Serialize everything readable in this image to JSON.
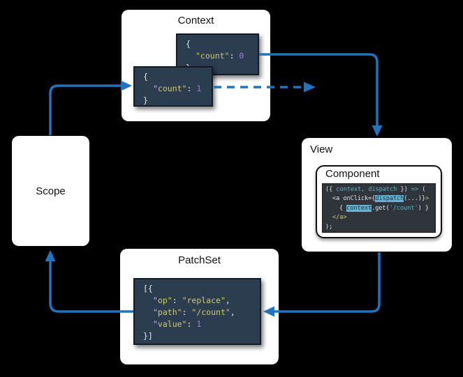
{
  "colors": {
    "arrow": "#2273bd",
    "navy_code_bg": "#2c3d4f",
    "component_code_bg": "#30353c",
    "yellow": "#d0c96e",
    "purple": "#9b7fd4",
    "cyan": "#5fb4c9",
    "highlight_bg": "#67b2d3"
  },
  "context": {
    "title": "Context",
    "state_old": {
      "open": "{",
      "key": "\"count\"",
      "sep": ": ",
      "value": "0",
      "close": "}"
    },
    "state_new": {
      "open": "{",
      "key": "\"count\"",
      "sep": ": ",
      "value": "1",
      "close": "}"
    }
  },
  "scope": {
    "title": "Scope"
  },
  "view": {
    "title": "View",
    "component": {
      "title": "Component",
      "code": {
        "l1_a": "({ ",
        "l1_params": "context, dispatch",
        "l1_b": " }) ",
        "l1_arrow": "=>",
        "l1_c": " (",
        "l2_a": "<a onClick={",
        "l2_hl": "dispatch",
        "l2_b": "(...)}",
        "l2_c": ">",
        "l3_a": "{ ",
        "l3_hl": "context",
        "l3_b": ".get(",
        "l3_str": "'/count'",
        "l3_c": ") }",
        "l4": "</a>",
        "l5": ");"
      }
    }
  },
  "patchset": {
    "title": "PatchSet",
    "code": {
      "open": "[{",
      "op_key": "\"op\"",
      "op_sep": ": ",
      "op_val": "\"replace\"",
      "op_comma": ",",
      "path_key": "\"path\"",
      "path_sep": ": ",
      "path_val": "\"/count\"",
      "path_comma": ",",
      "value_key": "\"value\"",
      "value_sep": ": ",
      "value_val": "1",
      "close": "}]"
    }
  }
}
